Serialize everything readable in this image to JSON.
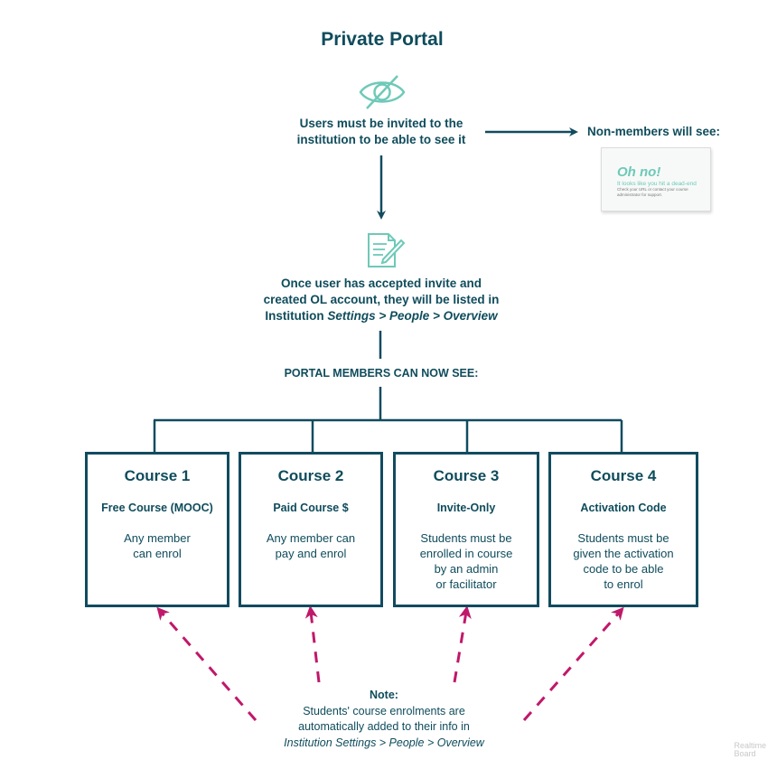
{
  "title": "Private Portal",
  "step1": {
    "line1": "Users must be invited to the",
    "line2": "institution to be able to see it"
  },
  "nonmembers": {
    "label": "Non-members will see:",
    "preview": {
      "heading": "Oh no!",
      "subheading": "It looks like you hit a dead-end",
      "body1": "Check your URL or contact your course",
      "body2": "administrator for support."
    }
  },
  "step2": {
    "line1": "Once user has accepted invite and",
    "line2": "created OL account, they will be listed in",
    "line3_prefix": "Institution ",
    "line3_path": "Settings > People > Overview"
  },
  "members_heading": "PORTAL MEMBERS CAN NOW SEE:",
  "courses": [
    {
      "title": "Course 1",
      "type": "Free Course (MOOC)",
      "desc": [
        "Any member",
        "can enrol"
      ]
    },
    {
      "title": "Course 2",
      "type": "Paid Course $",
      "desc": [
        "Any member can",
        "pay and enrol"
      ]
    },
    {
      "title": "Course 3",
      "type": "Invite-Only",
      "desc": [
        "Students must be",
        "enrolled in course",
        "by an admin",
        "or facilitator"
      ]
    },
    {
      "title": "Course 4",
      "type": "Activation Code",
      "desc": [
        "Students must be",
        "given the activation",
        "code to be able",
        "to enrol"
      ]
    }
  ],
  "note": {
    "label": "Note:",
    "line1": "Students' course enrolments are",
    "line2": "automatically added to their info in",
    "line3": "Institution Settings >  People > Overview"
  },
  "watermark": [
    "Realtime",
    "Board"
  ],
  "colors": {
    "primary": "#0f4c5c",
    "accent": "#6ec9b8",
    "dashed_arrow": "#c0186a"
  },
  "icons": {
    "visibility": "eye-slash-icon",
    "document": "document-edit-icon"
  }
}
